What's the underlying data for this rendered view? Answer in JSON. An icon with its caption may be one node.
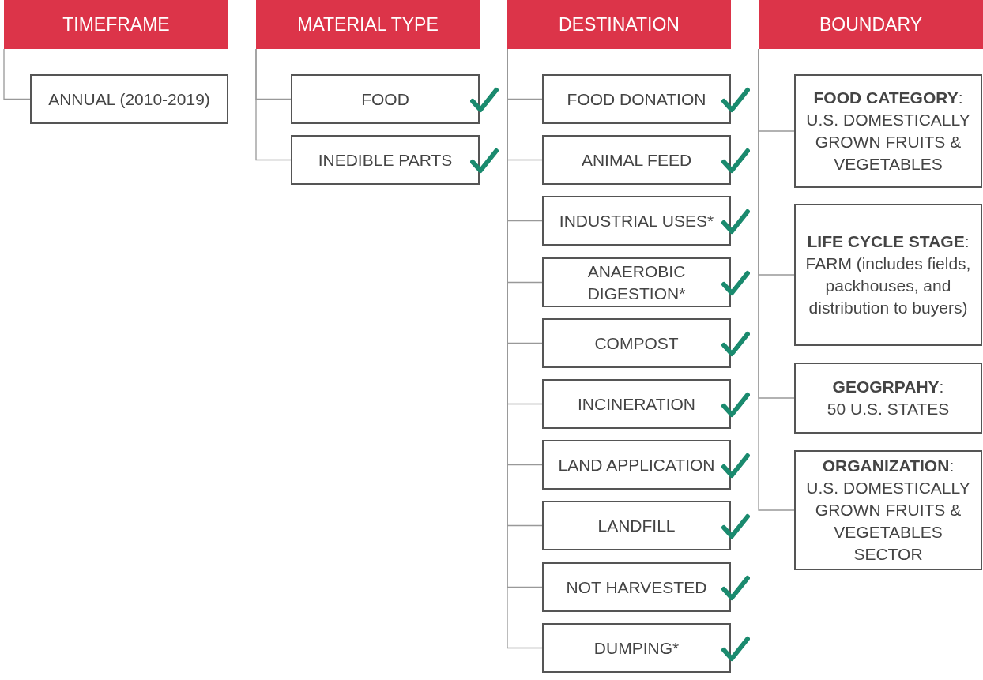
{
  "diagram": {
    "nodes": [
      {
        "text": [
          "TIMEFRAME"
        ]
      },
      {
        "text": [
          "ANNUAL (2010-2019)"
        ]
      },
      {
        "text": [
          "MATERIAL TYPE"
        ]
      },
      {
        "text": [
          "FOOD"
        ]
      },
      {
        "text": [
          "INEDIBLE PARTS"
        ]
      },
      {
        "text": [
          "DESTINATION"
        ]
      },
      {
        "text": [
          "FOOD DONATION"
        ]
      },
      {
        "text": [
          "ANIMAL FEED"
        ]
      },
      {
        "text": [
          "INDUSTRIAL USES*"
        ]
      },
      {
        "text": [
          "ANAEROBIC DIGESTION*"
        ]
      },
      {
        "text": [
          "COMPOST"
        ]
      },
      {
        "text": [
          "INCINERATION"
        ]
      },
      {
        "text": [
          "LAND APPLICATION"
        ]
      },
      {
        "text": [
          "LANDFILL"
        ]
      },
      {
        "text": [
          "NOT HARVESTED"
        ]
      },
      {
        "text": [
          "DUMPING*"
        ]
      },
      {
        "text": [
          "BOUNDARY"
        ]
      },
      {
        "text": [
          "**FOOD CATEGORY**:",
          "U.S. DOMESTICALLY GROWN FRUITS & VEGETABLES"
        ]
      },
      {
        "text": [
          "**LIFE CYCLE STAGE**:",
          "FARM (includes fields, packhouses, and distribution to buyers)"
        ]
      },
      {
        "text": [
          "**GEOGRPAHY**:",
          "50 U.S. STATES"
        ]
      },
      {
        "text": [
          "**ORGANIZATION**:",
          "U.S. DOMESTICALLY GROWN FRUITS & VEGETABLES SECTOR"
        ]
      }
    ],
    "edges": [
      {
        "from": 0,
        "to": 1,
        "arrow": "none"
      },
      {
        "from": 2,
        "to": 3,
        "arrow": "none"
      },
      {
        "from": 2,
        "to": 4,
        "arrow": "none"
      },
      {
        "from": 5,
        "to": 6,
        "arrow": "none"
      },
      {
        "from": 5,
        "to": 7,
        "arrow": "none"
      },
      {
        "from": 5,
        "to": 8,
        "arrow": "none"
      },
      {
        "from": 5,
        "to": 9,
        "arrow": "none"
      },
      {
        "from": 5,
        "to": 10,
        "arrow": "none"
      },
      {
        "from": 5,
        "to": 11,
        "arrow": "none"
      },
      {
        "from": 5,
        "to": 12,
        "arrow": "none"
      },
      {
        "from": 5,
        "to": 13,
        "arrow": "none"
      },
      {
        "from": 5,
        "to": 14,
        "arrow": "none"
      },
      {
        "from": 5,
        "to": 15,
        "arrow": "none"
      },
      {
        "from": 16,
        "to": 17,
        "arrow": "none"
      },
      {
        "from": 16,
        "to": 18,
        "arrow": "none"
      },
      {
        "from": 16,
        "to": 19,
        "arrow": "none"
      },
      {
        "from": 16,
        "to": 20,
        "arrow": "none"
      }
    ]
  }
}
